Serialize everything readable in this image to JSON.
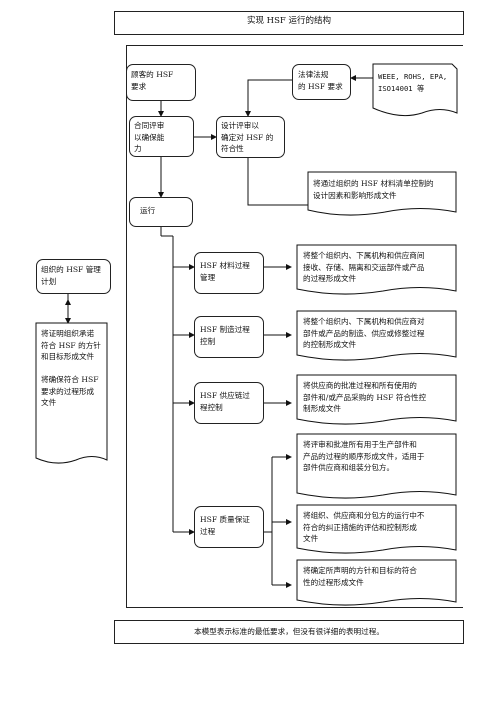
{
  "title": "实现 HSF 运行的结构",
  "footer": "本模型表示标准的最低要求，但没有很详细的表明过程。",
  "nodes": {
    "customer_req": "顾客的 HSF\n要求",
    "law_req": "法律法规\n的 HSF 要求",
    "weee": "WEEE, ROHS, EPA,\nISO14001 等",
    "contract_review": "合同评审\n以确保能\n力",
    "design_review": "设计评审以\n确定对 HSF 的\n符合性",
    "bom_doc": "将通过组织的 HSF 材料清单控制的\n设计因素和影响形成文件",
    "operation": "运行",
    "management_plan": "组织的 HSF 管理\n计划",
    "policy_doc": "将证明组织承诺\n符合 HSF 的方针\n和目标形成文件\n\n将确保符合 HSF\n要求的过程形成\n文件",
    "material_process": "HSF 材料过程\n管理",
    "material_doc": "将整个组织内、下属机构和供应商间\n接收、存储、隔离和交运部件或产品\n的过程形成文件",
    "manufacturing_process": "HSF 制造过程\n控制",
    "manufacturing_doc": "将整个组织内、下属机构和供应商对\n部件或产品的制造、供应或修整过程\n的控制形成文件",
    "supply_process": "HSF 供应链过\n程控制",
    "supply_doc": "将供应商的批准过程和所有使用的\n部件和/或产品采购的 HSF 符合性控\n制形成文件",
    "approval_doc": "将评审和批准所有用于生产部件和\n产品的过程的顺序形成文件，适用于\n部件供应商和组装分包方。",
    "qa_process": "HSF 质量保证\n过程",
    "nonconform_doc": "将组织、供应商和分包方的运行中不\n符合的纠正措施的评估和控制形成\n文件",
    "policy_target_doc": "将确定所声明的方针和目标的符合\n性的过程形成文件"
  }
}
